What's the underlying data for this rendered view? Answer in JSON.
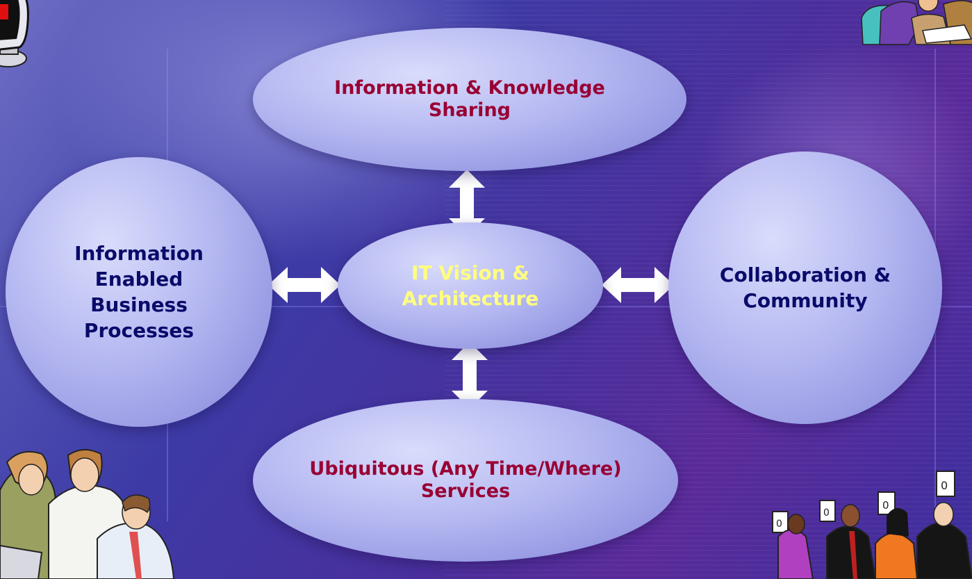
{
  "diagram": {
    "top_node": "Information & Knowledge\nSharing",
    "left_node": "Information\nEnabled\nBusiness\nProcesses",
    "center_node": "IT Vision &\nArchitecture",
    "right_node": "Collaboration &\nCommunity",
    "bottom_node": "Ubiquitous (Any Time/Where)\nServices"
  },
  "colors": {
    "node_fill": "#b5b8f1",
    "top_bottom_text": "#990033",
    "left_right_text": "#0a0a6a",
    "center_text": "#ffff80",
    "arrow_fill": "#ffffff",
    "background": "#3d3aa5"
  },
  "clipart": {
    "top_left": "computer-monitor-icon",
    "top_right": "meeting-people-icon",
    "bottom_left": "team-at-computer-icon",
    "bottom_right": "voting-crowd-icon"
  }
}
